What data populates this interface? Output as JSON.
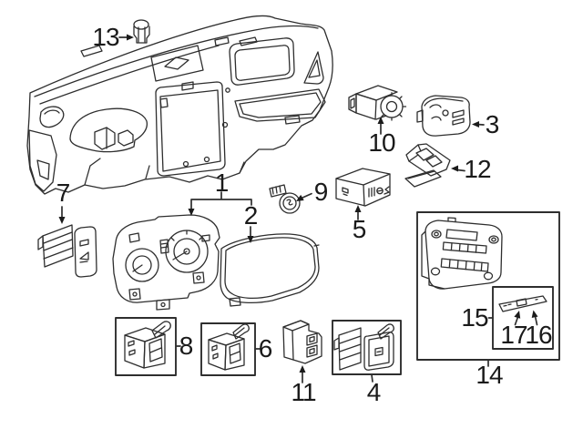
{
  "diagram": {
    "background_color": "#ffffff",
    "line_color": "#2e2e2e",
    "label_color": "#1a1a1a",
    "callouts": [
      {
        "label": "1"
      },
      {
        "label": "2"
      },
      {
        "label": "3"
      },
      {
        "label": "4"
      },
      {
        "label": "5"
      },
      {
        "label": "6"
      },
      {
        "label": "7"
      },
      {
        "label": "8"
      },
      {
        "label": "9"
      },
      {
        "label": "10"
      },
      {
        "label": "11"
      },
      {
        "label": "12"
      },
      {
        "label": "13"
      },
      {
        "label": "14"
      },
      {
        "label": "15"
      },
      {
        "label": "16"
      },
      {
        "label": "17"
      }
    ]
  }
}
